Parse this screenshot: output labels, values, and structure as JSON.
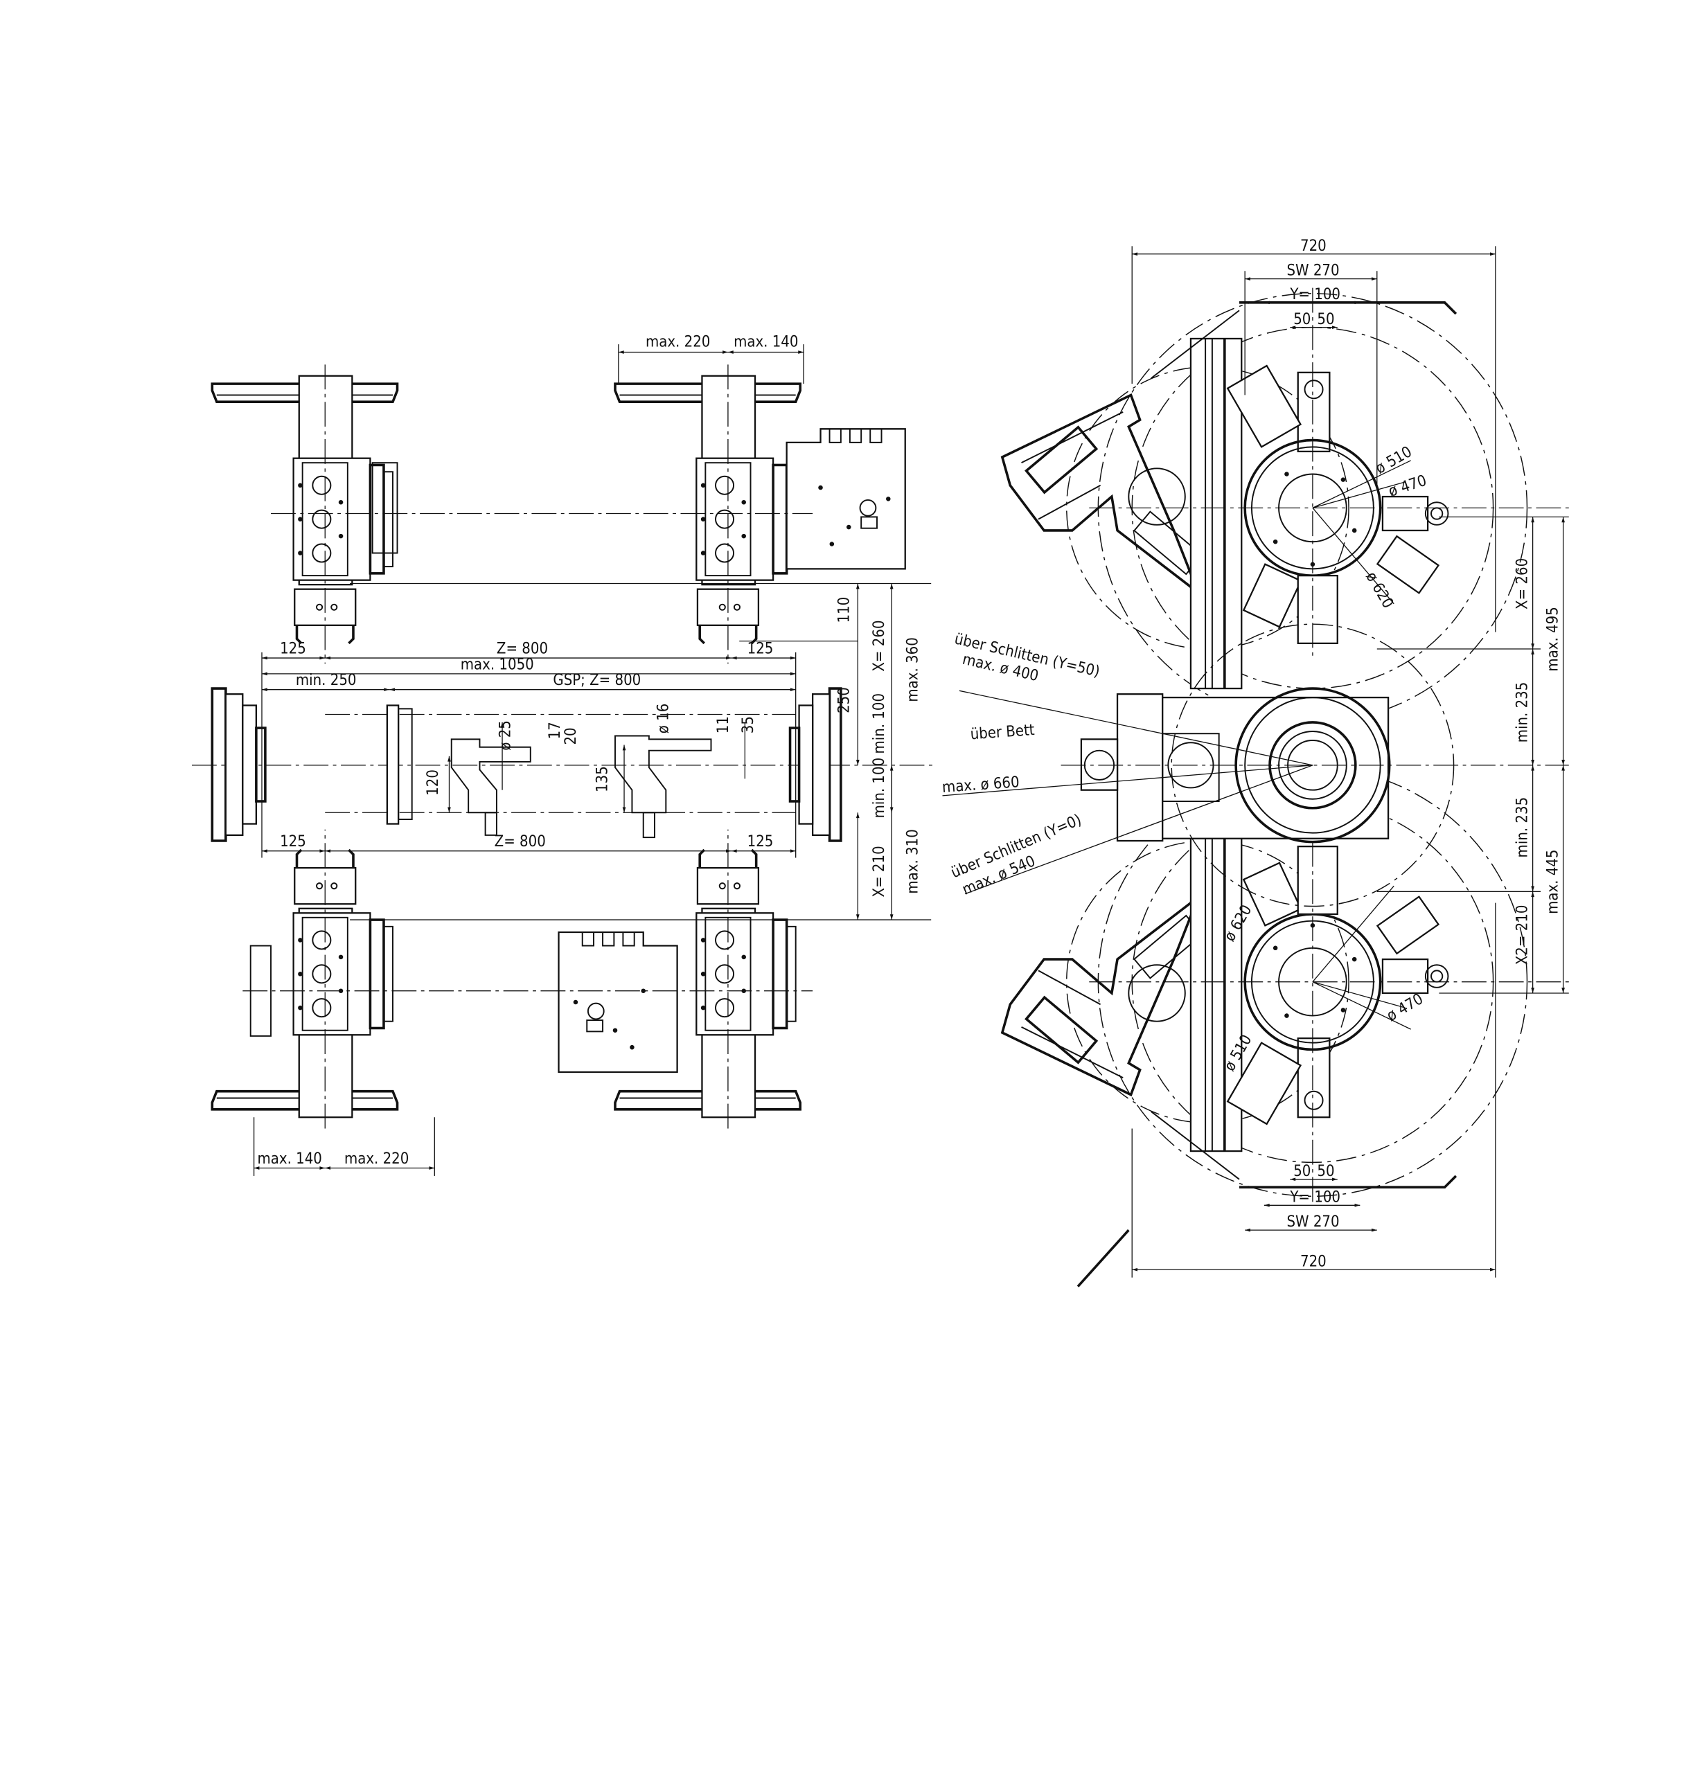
{
  "left_view": {
    "top_dims": [
      "max. 220",
      "max. 140"
    ],
    "axial_top": [
      "125",
      "Z= 800",
      "125"
    ],
    "max_travel": "max. 1050",
    "min_dist": "min. 250",
    "gsp": "GSP; Z= 800",
    "axial_bottom": [
      "125",
      "Z= 800",
      "125"
    ],
    "tool_dims": [
      "ø 25",
      "17",
      "20",
      "ø 16",
      "11",
      "35",
      "120",
      "135"
    ],
    "vertical_dims": [
      "110",
      "X= 260",
      "max. 360",
      "250",
      "min. 100",
      "min. 100",
      "X= 210",
      "max. 310"
    ],
    "bottom_dims": [
      "max. 140",
      "max. 220"
    ]
  },
  "right_view": {
    "top_dims": [
      "720",
      "SW 270",
      "Y= 100",
      "50",
      "50"
    ],
    "top_diameters": [
      "ø 510",
      "ø 470",
      "ø 620"
    ],
    "swing_labels": {
      "slide_y50": "über Schlitten (Y=50)",
      "slide_y50_max": "max. ø 400",
      "bed": "über Bett",
      "bed_max": "max. ø 660",
      "slide_y0": "über Schlitten (Y=0)",
      "slide_y0_max": "max. ø 540"
    },
    "vertical_dims": [
      "X= 260",
      "max. 495",
      "min. 235",
      "min. 235",
      "X2= 210",
      "max. 445"
    ],
    "bottom_diameters": [
      "ø 620",
      "ø 510",
      "ø 470"
    ],
    "bottom_dims": [
      "50",
      "50",
      "Y= 100",
      "SW 270",
      "720"
    ]
  }
}
